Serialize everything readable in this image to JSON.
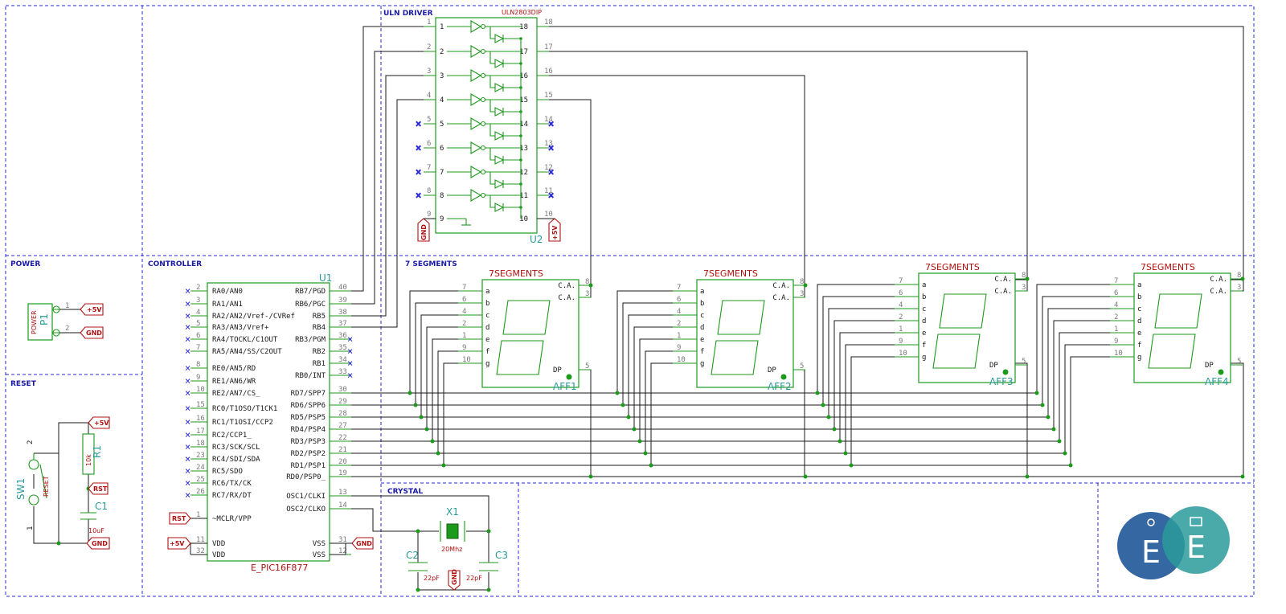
{
  "sections": {
    "uln": "ULN DRIVER",
    "power": "POWER",
    "controller": "CONTROLLER",
    "seven_seg": "7 SEGMENTS",
    "reset": "RESET",
    "crystal": "CRYSTAL"
  },
  "uln": {
    "value": "ULN2803DIP",
    "ref": "U2",
    "left_pins": [
      "1",
      "2",
      "3",
      "4",
      "5",
      "6",
      "7",
      "8",
      "9"
    ],
    "right_pins": [
      "18",
      "17",
      "16",
      "15",
      "14",
      "13",
      "12",
      "11",
      "10"
    ]
  },
  "mcu": {
    "ref": "U1",
    "value": "E_PIC16F877",
    "left": [
      {
        "pin": "2",
        "name": "RA0/AN0"
      },
      {
        "pin": "3",
        "name": "RA1/AN1"
      },
      {
        "pin": "4",
        "name": "RA2/AN2/Vref-/CVRef"
      },
      {
        "pin": "5",
        "name": "RA3/AN3/Vref+"
      },
      {
        "pin": "6",
        "name": "RA4/TOCKL/C1OUT"
      },
      {
        "pin": "7",
        "name": "RA5/AN4/SS/C2OUT"
      },
      {
        "pin": "8",
        "name": "RE0/AN5/RD"
      },
      {
        "pin": "9",
        "name": "RE1/AN6/WR"
      },
      {
        "pin": "10",
        "name": "RE2/AN7/CS_"
      },
      {
        "pin": "15",
        "name": "RC0/T1OSO/T1CK1"
      },
      {
        "pin": "16",
        "name": "RC1/T1OSI/CCP2"
      },
      {
        "pin": "17",
        "name": "RC2/CCP1_"
      },
      {
        "pin": "18",
        "name": "RC3/SCK/SCL"
      },
      {
        "pin": "23",
        "name": "RC4/SDI/SDA"
      },
      {
        "pin": "24",
        "name": "RC5/SDO"
      },
      {
        "pin": "25",
        "name": "RC6/TX/CK"
      },
      {
        "pin": "26",
        "name": "RC7/RX/DT"
      },
      {
        "pin": "1",
        "name": "~MCLR/VPP"
      },
      {
        "pin": "11",
        "name": "VDD"
      },
      {
        "pin": "32",
        "name": "VDD"
      }
    ],
    "right": [
      {
        "pin": "40",
        "name": "RB7/PGD"
      },
      {
        "pin": "39",
        "name": "RB6/PGC"
      },
      {
        "pin": "38",
        "name": "RB5"
      },
      {
        "pin": "37",
        "name": "RB4"
      },
      {
        "pin": "36",
        "name": "RB3/PGM"
      },
      {
        "pin": "35",
        "name": "RB2"
      },
      {
        "pin": "34",
        "name": "RB1"
      },
      {
        "pin": "33",
        "name": "RB0/INT"
      },
      {
        "pin": "30",
        "name": "RD7/SPP7"
      },
      {
        "pin": "29",
        "name": "RD6/SPP6"
      },
      {
        "pin": "28",
        "name": "RD5/PSP5"
      },
      {
        "pin": "27",
        "name": "RD4/PSP4"
      },
      {
        "pin": "22",
        "name": "RD3/PSP3"
      },
      {
        "pin": "21",
        "name": "RD2/PSP2"
      },
      {
        "pin": "20",
        "name": "RD1/PSP1"
      },
      {
        "pin": "19",
        "name": "RD0/PSP0_"
      },
      {
        "pin": "13",
        "name": "OSC1/CLKI"
      },
      {
        "pin": "14",
        "name": "OSC2/CLKO"
      },
      {
        "pin": "31",
        "name": "VSS"
      },
      {
        "pin": "12",
        "name": "VSS"
      }
    ]
  },
  "displays": [
    {
      "ref": "AFF1",
      "value": "7SEGMENTS"
    },
    {
      "ref": "AFF2",
      "value": "7SEGMENTS"
    },
    {
      "ref": "AFF3",
      "value": "7SEGMENTS"
    },
    {
      "ref": "AFF4",
      "value": "7SEGMENTS"
    }
  ],
  "seg_pins": {
    "left_nums": [
      "7",
      "6",
      "4",
      "2",
      "1",
      "9",
      "10"
    ],
    "left_names": [
      "a",
      "b",
      "c",
      "d",
      "e",
      "f",
      "g"
    ],
    "ca_label": "C.A.",
    "ca_pins": [
      "8",
      "3"
    ],
    "dp_label": "DP",
    "dp_pin": "5"
  },
  "power": {
    "ref": "P1",
    "value": "POWER",
    "pins": [
      "1",
      "2"
    ],
    "labels": [
      "+5V",
      "GND"
    ]
  },
  "reset": {
    "sw_ref": "SW1",
    "sw_value": "RESET",
    "sw_pins": [
      "2",
      "1"
    ],
    "r_ref": "R1",
    "r_value": "10k",
    "c_ref": "C1",
    "c_value": "10uF"
  },
  "crystal": {
    "x_ref": "X1",
    "x_value": "20Mhz",
    "c2_ref": "C2",
    "c2_value": "22pF",
    "c3_ref": "C3",
    "c3_value": "22pF"
  },
  "net_labels": {
    "v5": "+5V",
    "gnd": "GND",
    "rst": "RST"
  },
  "logo": {
    "letters": [
      "E",
      "E"
    ],
    "colors": [
      "#2a5f9e",
      "#2a9a9a"
    ]
  }
}
